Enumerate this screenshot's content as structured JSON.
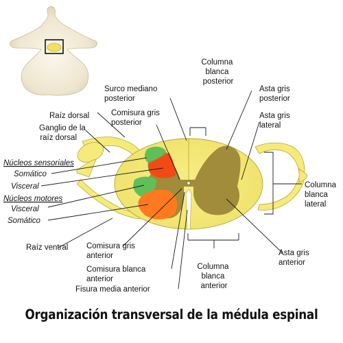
{
  "title": "Organización transversal de la médula espinal",
  "colors": {
    "white_matter": "#f5ea7a",
    "gray_matter": "#a08c3a",
    "somatic_sensory": "#5fc05a",
    "visceral_sensory": "#f24a14",
    "visceral_motor": "#5fc05a",
    "somatic_motor": "#ff7a1e",
    "vertebra": "#f1ead6"
  },
  "labels": {
    "columna_blanca_posterior": [
      "Columna",
      "blanca",
      "posterior"
    ],
    "surco_mediano_posterior": [
      "Surco mediano",
      "posterior"
    ],
    "asta_gris_posterior": [
      "Asta gris",
      "posterior"
    ],
    "raiz_dorsal": "Raíz dorsal",
    "comisura_gris_posterior": [
      "Comisura gris",
      "posterior"
    ],
    "asta_gris_lateral": [
      "Asta gris",
      "lateral"
    ],
    "ganglio_raiz_dorsal": [
      "Ganglio de la",
      "raíz dorsal"
    ],
    "nucleos_sensoriales": "Núcleos sensoriales",
    "somatico_sensorial": "Somático",
    "visceral_sensorial": "Visceral",
    "columna_blanca_lateral": [
      "Columna",
      "blanca",
      "lateral"
    ],
    "nucleos_motores": "Núcleos motores",
    "visceral_motor": "Visceral",
    "somatico_motor": "Somático",
    "raiz_ventral": "Raíz ventral",
    "comisura_gris_anterior": [
      "Comisura gris",
      "anterior"
    ],
    "asta_gris_anterior": [
      "Asta gris",
      "anterior"
    ],
    "comisura_blanca_anterior": [
      "Comisura blanca",
      "anterior"
    ],
    "columna_blanca_anterior": [
      "Columna",
      "blanca",
      "anterior"
    ],
    "fisura_media_anterior": "Fisura media anterior"
  }
}
